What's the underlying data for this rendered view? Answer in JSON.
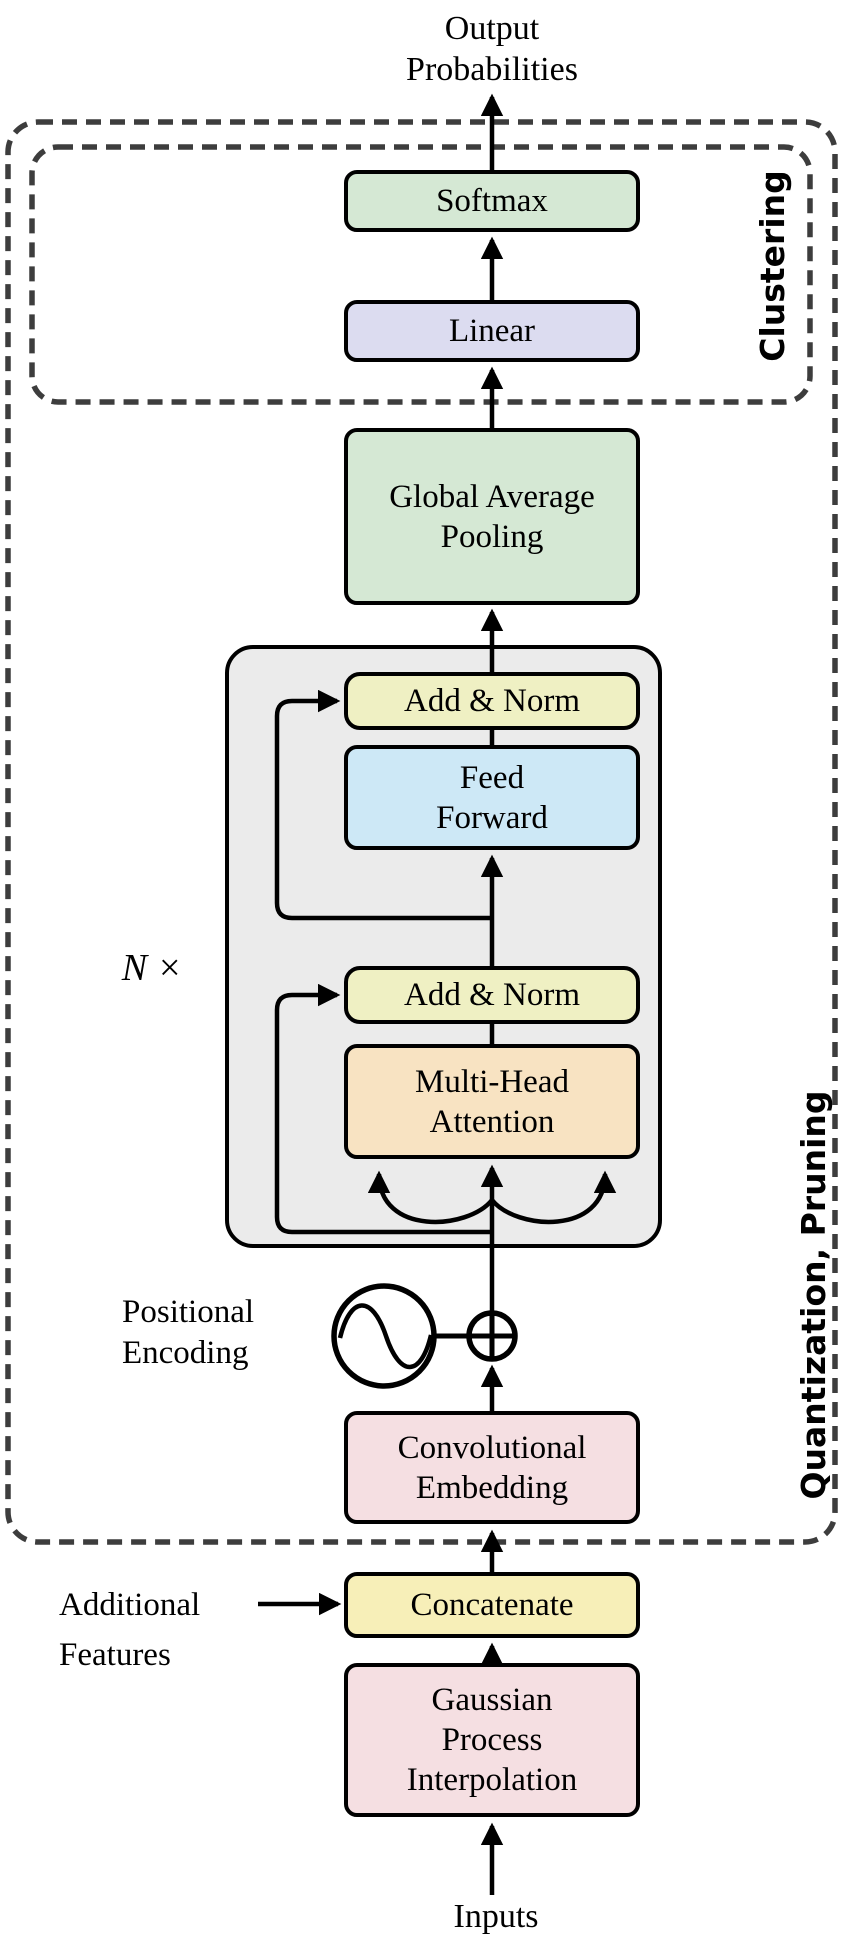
{
  "title": {
    "output_label": "Output\nProbabilities",
    "inputs_label": "Inputs"
  },
  "regions": {
    "clustering_label": "Clustering",
    "quantization_label": "Quantization, Pruning"
  },
  "blocks": {
    "softmax": {
      "label": "Softmax",
      "fill": "#d5e8d4"
    },
    "linear": {
      "label": "Linear",
      "fill": "#dcdcf0"
    },
    "gap": {
      "label": "Global Average\nPooling",
      "fill": "#d5e8d4"
    },
    "add_norm_top": {
      "label": "Add & Norm",
      "fill": "#eff0c3"
    },
    "feed_forward": {
      "label": "Feed\nForward",
      "fill": "#cde8f6"
    },
    "add_norm_bottom": {
      "label": "Add & Norm",
      "fill": "#eff0c3"
    },
    "mha": {
      "label": "Multi-Head\nAttention",
      "fill": "#f8e3c2"
    },
    "conv_embedding": {
      "label": "Convolutional\nEmbedding",
      "fill": "#f5dfe2"
    },
    "concatenate": {
      "label": "Concatenate",
      "fill": "#f7efb8"
    },
    "gp_interpolation": {
      "label": "Gaussian\nProcess\nInterpolation",
      "fill": "#f5dfe2"
    }
  },
  "annotations": {
    "n_times": "N ×",
    "positional_encoding": "Positional\nEncoding",
    "additional_features": "Additional\nFeatures"
  },
  "colors": {
    "encoder_background": "#ebebeb",
    "dashed_border": "#3d3d3d",
    "line": "#000000",
    "page_background": "#ffffff"
  }
}
